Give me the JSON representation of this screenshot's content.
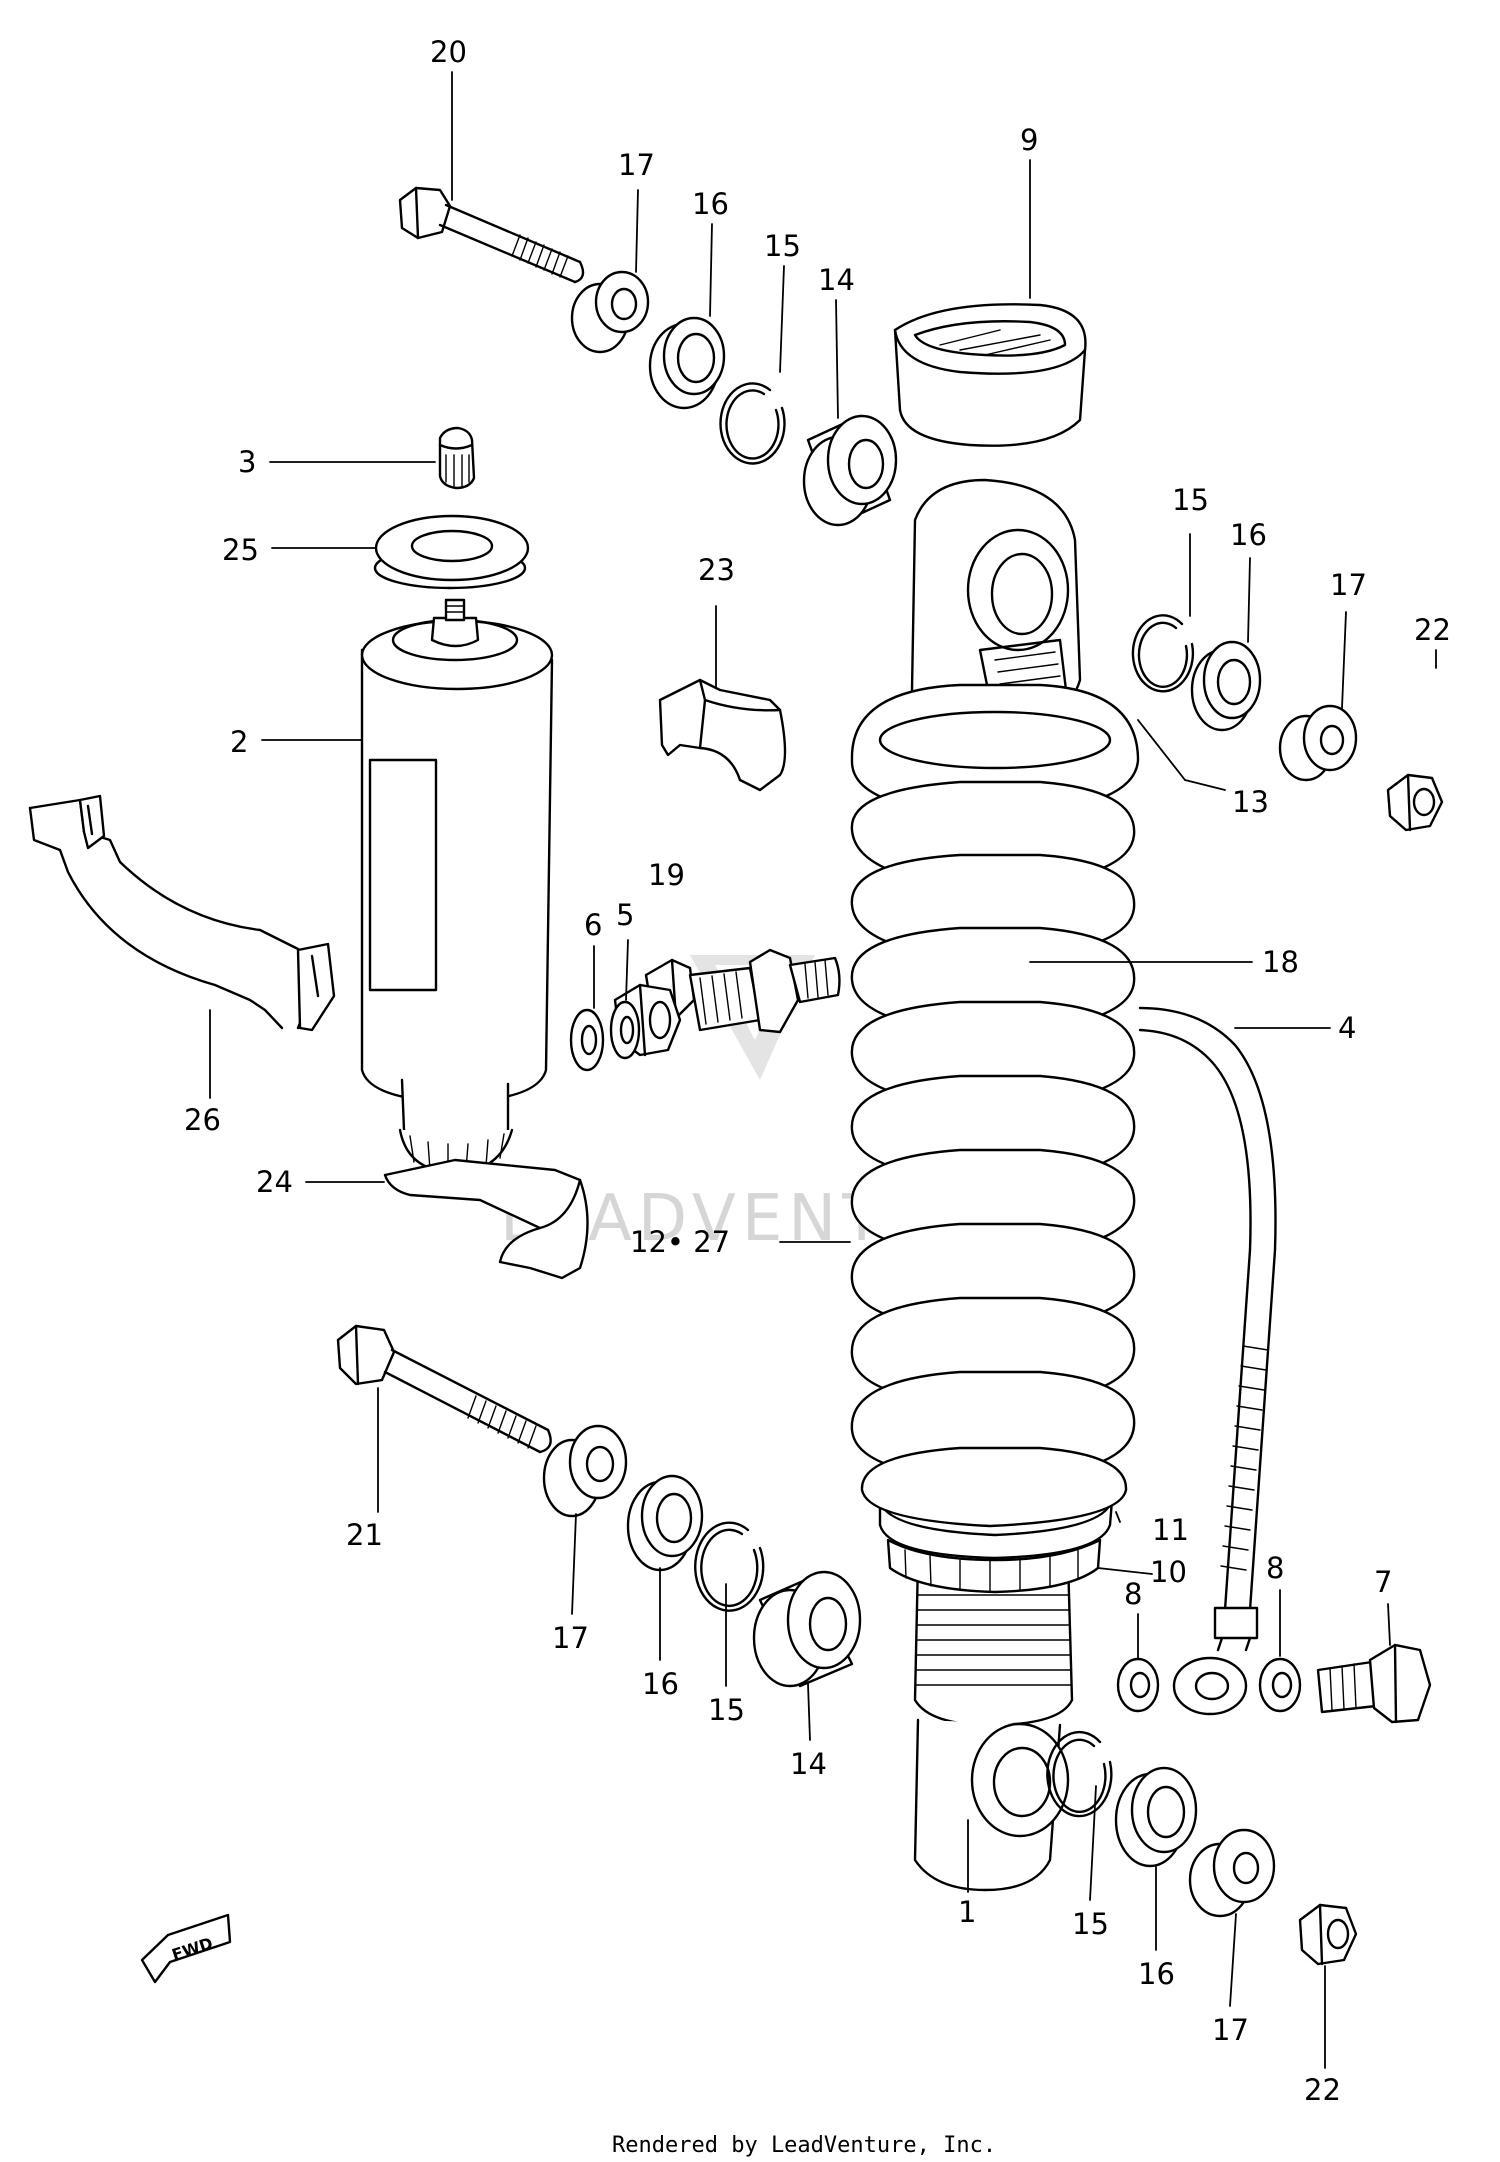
{
  "watermark": "LEADVENTURE",
  "footer": "Rendered by LeadVenture, Inc.",
  "orientation_marker": "FWD",
  "callouts": {
    "c20": "20",
    "c17a": "17",
    "c16a": "16",
    "c15a": "15",
    "c14a": "14",
    "c9": "9",
    "c3": "3",
    "c25": "25",
    "c23": "23",
    "c15b": "15",
    "c16b": "16",
    "c17b": "17",
    "c22a": "22",
    "c2": "2",
    "c13": "13",
    "c19": "19",
    "c6": "6",
    "c5": "5",
    "c18": "18",
    "c4": "4",
    "c26": "26",
    "c24": "24",
    "c12_27": "12• 27",
    "c21": "21",
    "c11": "11",
    "c10": "10",
    "c8a": "8",
    "c8b": "8",
    "c7": "7",
    "c17c": "17",
    "c16c": "16",
    "c15c": "15",
    "c14b": "14",
    "c1": "1",
    "c15d": "15",
    "c16d": "16",
    "c17d": "17",
    "c22b": "22"
  }
}
